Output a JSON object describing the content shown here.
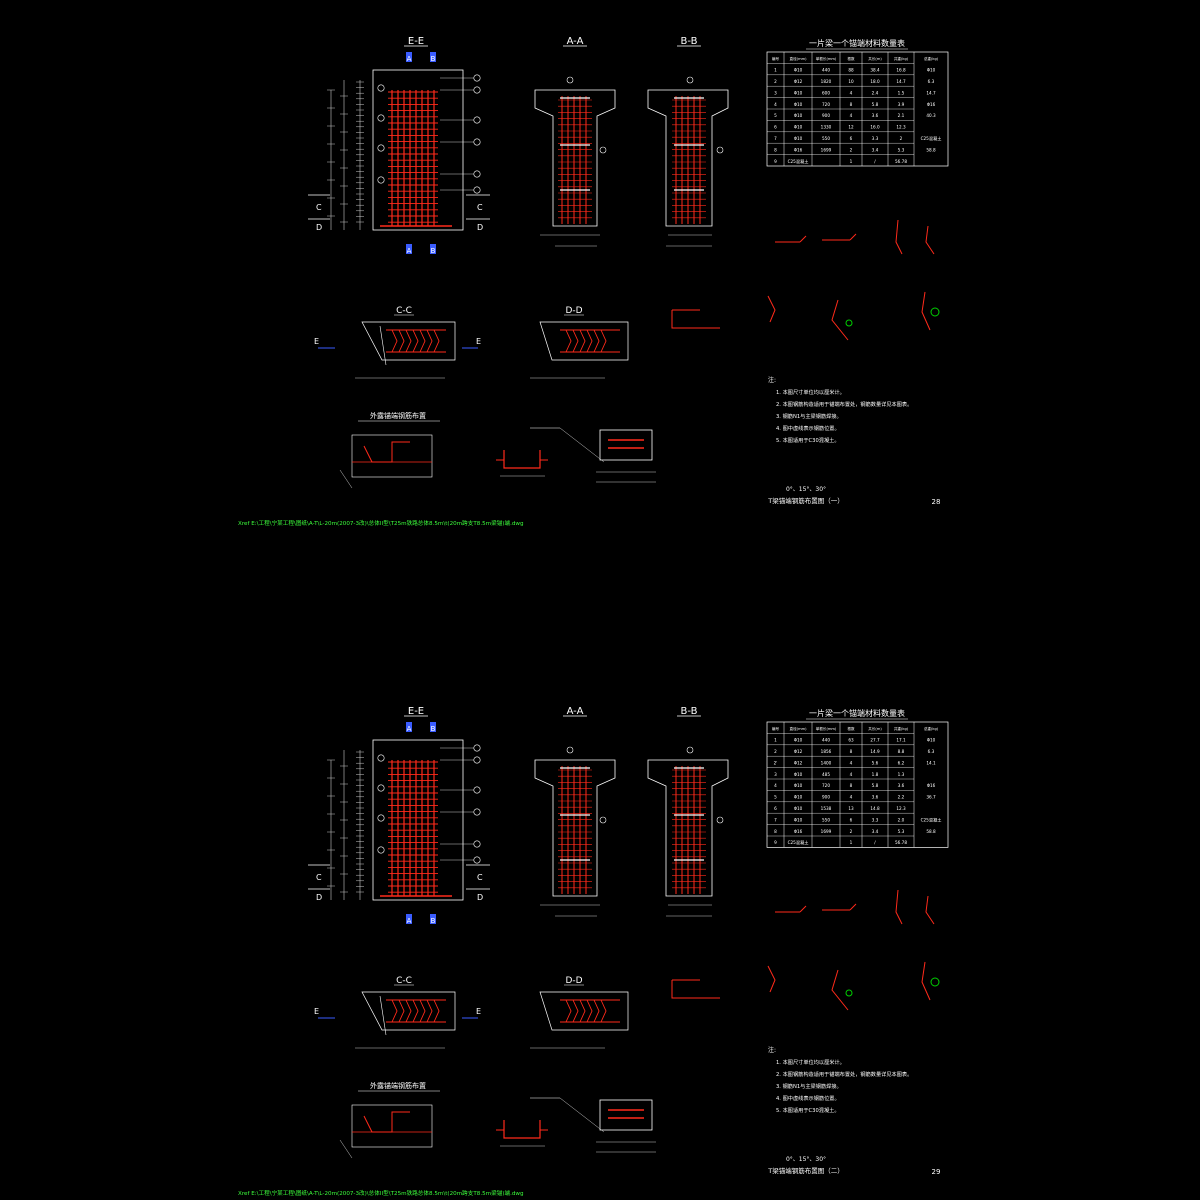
{
  "colors": {
    "background": "#000000",
    "line_white": "#ffffff",
    "rebar_red": "#ff2a1a",
    "dimension": "#c8c8c8",
    "highlight_yellow": "#ffff40",
    "xref_green": "#3cff3c",
    "label_blue": "#3a5cff",
    "accent_green": "#00d000"
  },
  "sheets": [
    {
      "id": "sheet-1",
      "section_titles": {
        "ee": "E-E",
        "aa": "A-A",
        "bb": "B-B",
        "cc": "C-C",
        "dd": "D-D"
      },
      "section_markers": [
        "A",
        "B",
        "C",
        "D",
        "E"
      ],
      "table_title": "一片梁一个锚端材料数量表",
      "table_headers": [
        "编号",
        "直径(mm)",
        "单根长(mm)",
        "根数",
        "共长(m)",
        "共重(kg)",
        "总重(kg)"
      ],
      "table_rows": [
        [
          "1",
          "Φ10",
          "440",
          "88",
          "38.4",
          "16.8",
          "Φ10"
        ],
        [
          "2",
          "Φ12",
          "1820",
          "10",
          "18.0",
          "14.7",
          "6.3"
        ],
        [
          "3",
          "Φ10",
          "600",
          "4",
          "2.4",
          "1.5",
          "14.7"
        ],
        [
          "4",
          "Φ10",
          "720",
          "8",
          "5.8",
          "3.9",
          "Φ16"
        ],
        [
          "5",
          "Φ10",
          "900",
          "4",
          "3.6",
          "2.1",
          "40.3"
        ],
        [
          "6",
          "Φ10",
          "1330",
          "12",
          "16.0",
          "12.3",
          ""
        ],
        [
          "7",
          "Φ10",
          "550",
          "6",
          "3.3",
          "2",
          "C25混凝土"
        ],
        [
          "8",
          "Φ16",
          "1699",
          "2",
          "3.4",
          "5.3",
          "58.8"
        ],
        [
          "9",
          "C25混凝土",
          "",
          "1",
          "/",
          "56.78",
          ""
        ]
      ],
      "notes_heading": "注:",
      "notes": [
        "1. 本图尺寸单位均以厘米计。",
        "2. 本图钢筋构造适用于锚端布置处，钢筋数量详见本图表。",
        "3. 钢筋N1与主梁钢筋焊接。",
        "4. 图中虚线表示钢筋位置。",
        "5. 本图适用于C30混凝土。"
      ],
      "angles": "0°、15°、30°",
      "drawing_title": "T梁锚端钢筋布置图（一）",
      "page_number": "28",
      "detail_title": "外露锚端钢筋布置",
      "xref_path": "Xref E:\\工程\\宁某工程\\图纸\\A-T\\L-20m(2007-3改)\\总体II型\\T25m铁路总体8.5m\\t(20m跨支T8.5m梁锚)端.dwg"
    },
    {
      "id": "sheet-2",
      "section_titles": {
        "ee": "E-E",
        "aa": "A-A",
        "bb": "B-B",
        "cc": "C-C",
        "dd": "D-D"
      },
      "section_markers": [
        "A",
        "B",
        "C",
        "D",
        "E"
      ],
      "table_title": "一片梁一个锚端材料数量表",
      "table_headers": [
        "编号",
        "直径(mm)",
        "单根长(mm)",
        "根数",
        "共长(m)",
        "共重(kg)",
        "总重(kg)"
      ],
      "table_rows": [
        [
          "1",
          "Φ10",
          "440",
          "63",
          "27.7",
          "17.1",
          "Φ10"
        ],
        [
          "2",
          "Φ12",
          "1856",
          "8",
          "14.9",
          "8.8",
          "6.3"
        ],
        [
          "2'",
          "Φ12",
          "1400",
          "4",
          "5.6",
          "6.2",
          "14.1"
        ],
        [
          "3",
          "Φ10",
          "485",
          "4",
          "1.8",
          "1.3",
          ""
        ],
        [
          "4",
          "Φ10",
          "720",
          "8",
          "5.8",
          "3.6",
          "Φ16"
        ],
        [
          "5",
          "Φ10",
          "900",
          "4",
          "3.6",
          "2.2",
          "36.7"
        ],
        [
          "6",
          "Φ10",
          "1538",
          "13",
          "14.8",
          "12.3",
          ""
        ],
        [
          "7",
          "Φ10",
          "550",
          "6",
          "3.3",
          "2.0",
          "C25混凝土"
        ],
        [
          "8",
          "Φ16",
          "1699",
          "2",
          "3.4",
          "5.3",
          "58.8"
        ],
        [
          "9",
          "C25混凝土",
          "",
          "1",
          "/",
          "56.78",
          ""
        ]
      ],
      "notes_heading": "注:",
      "notes": [
        "1. 本图尺寸单位均以厘米计。",
        "2. 本图钢筋构造适用于锚端布置处，钢筋数量详见本图表。",
        "3. 钢筋N1与主梁钢筋焊接。",
        "4. 图中虚线表示钢筋位置。",
        "5. 本图适用于C30混凝土。"
      ],
      "angles": "0°、15°、30°",
      "drawing_title": "T梁锚端钢筋布置图（二）",
      "page_number": "29",
      "detail_title": "外露锚端钢筋布置",
      "xref_path": "Xref E:\\工程\\宁某工程\\图纸\\A-T\\L-20m(2007-3改)\\总体II型\\T25m铁路总体8.5m\\t(20m跨支T8.5m梁锚)端.dwg"
    }
  ]
}
